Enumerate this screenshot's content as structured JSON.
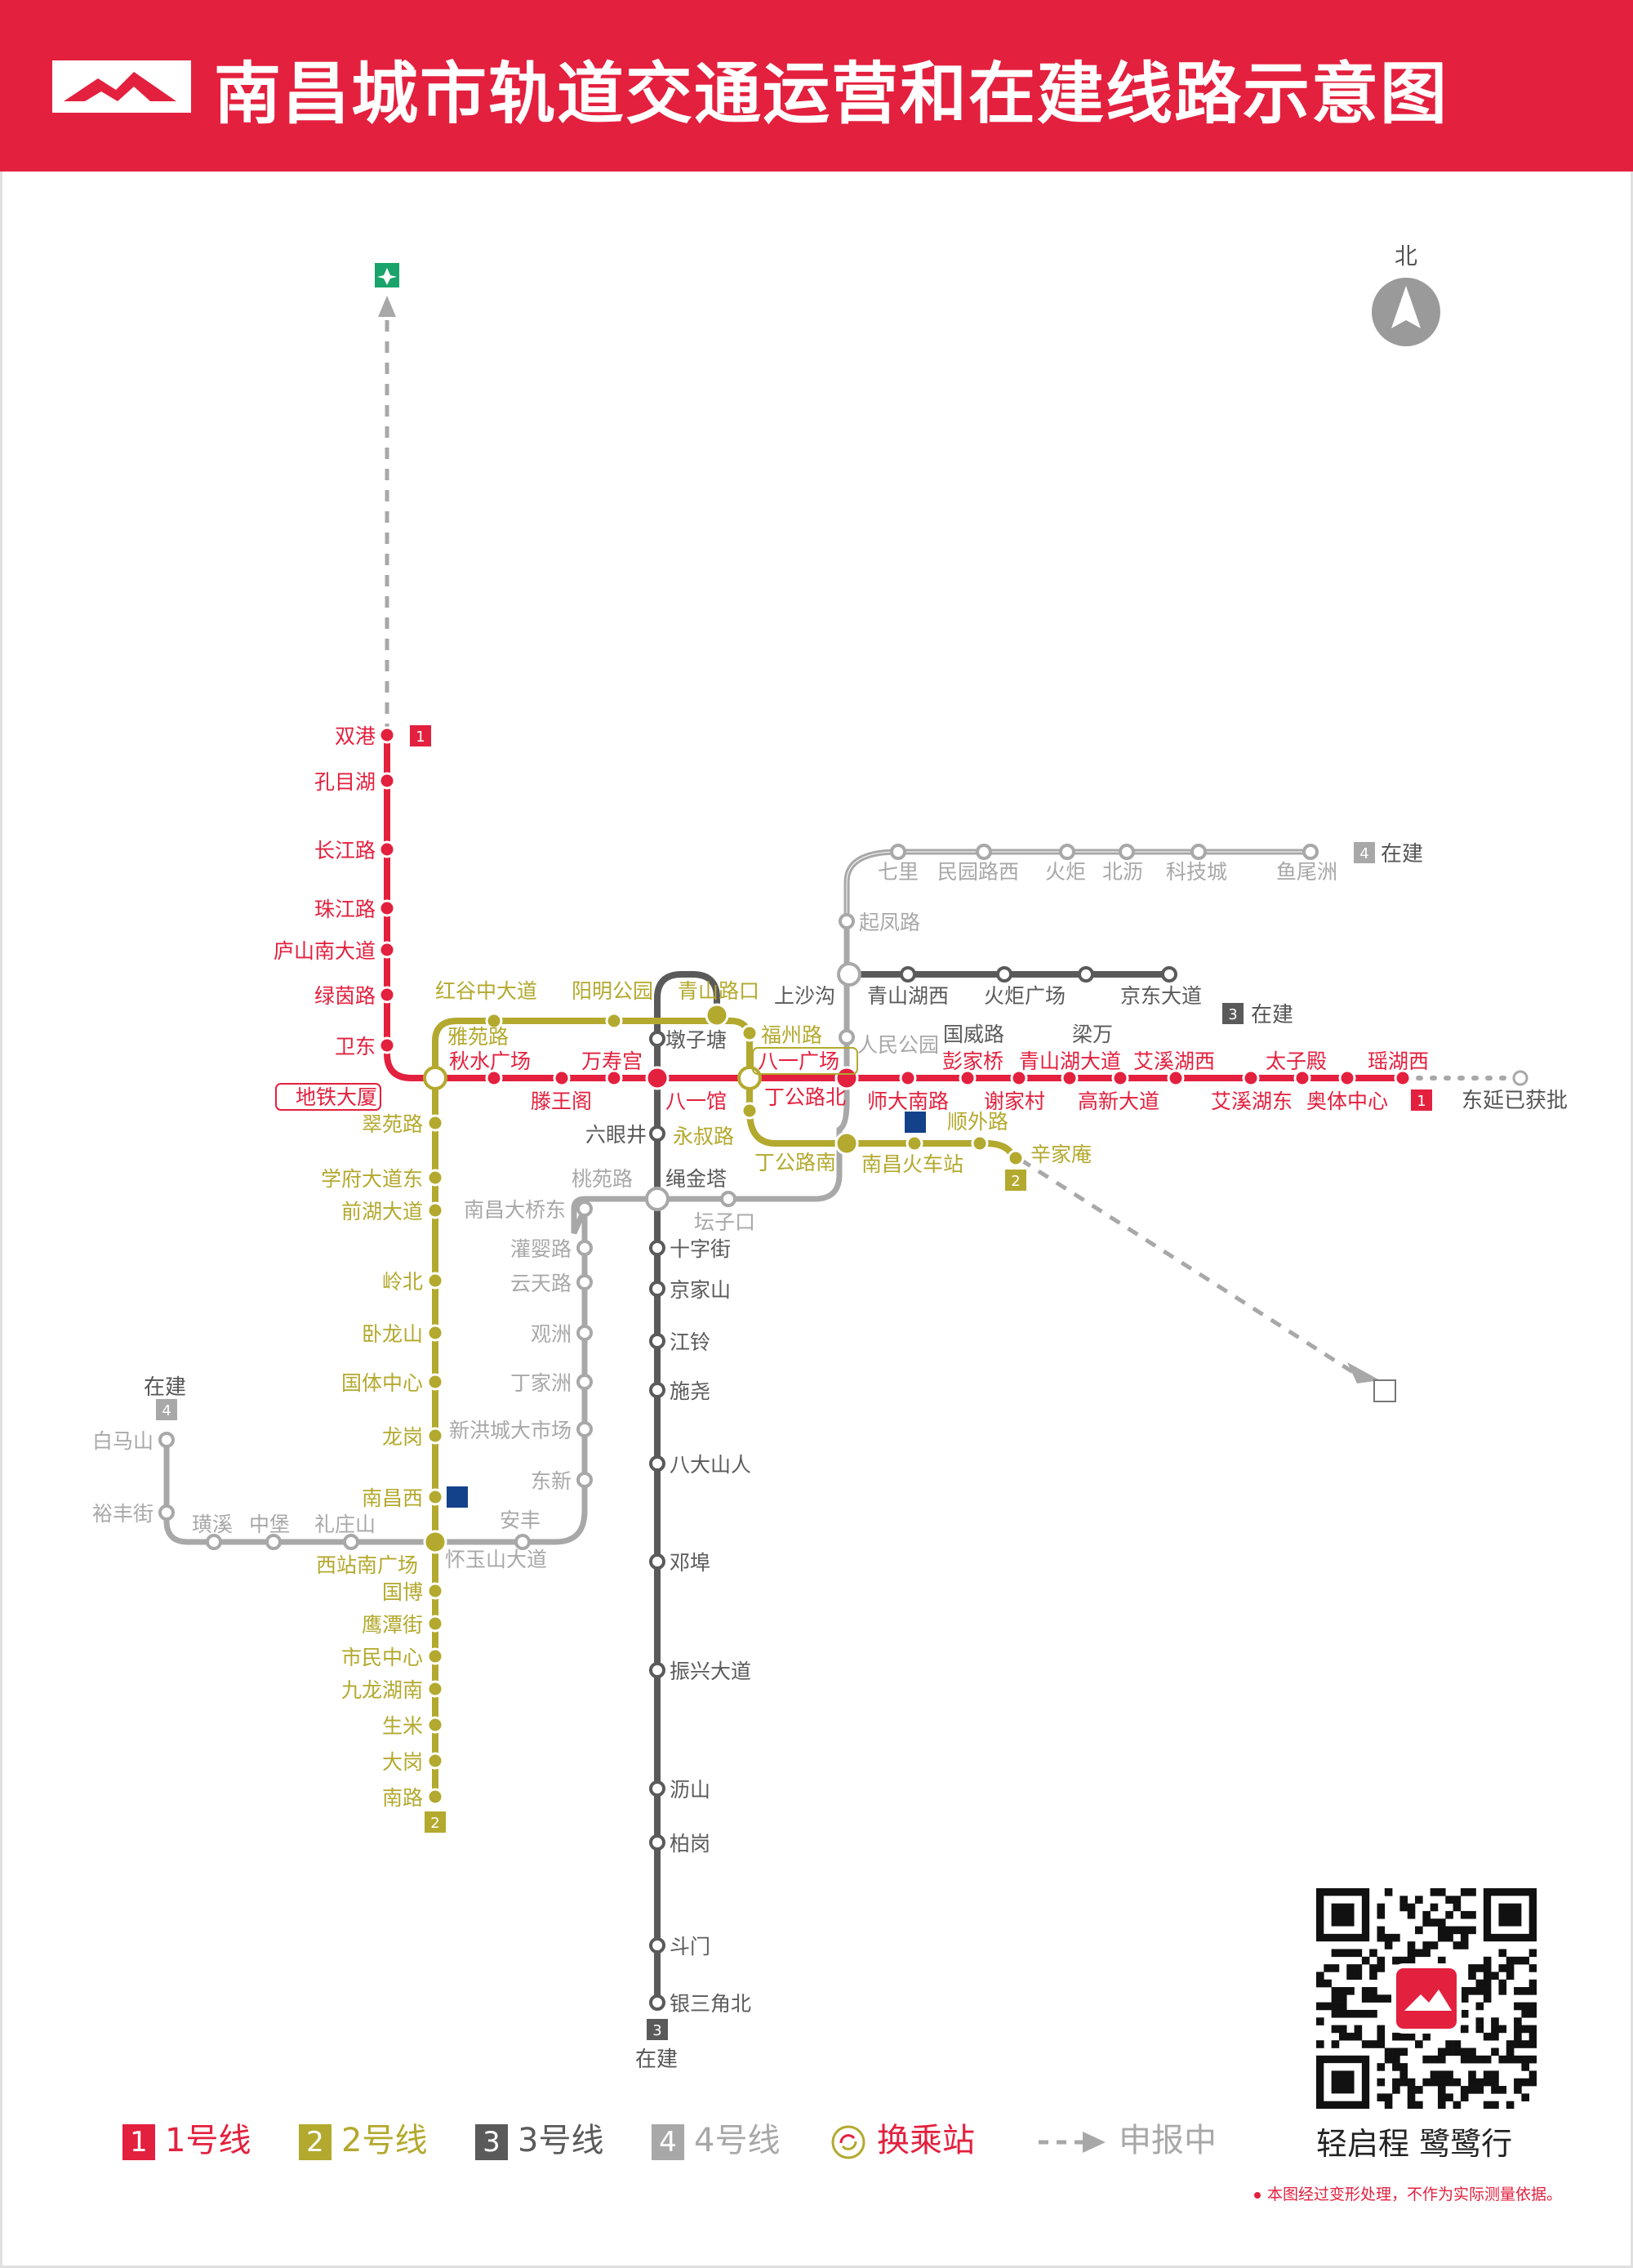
{
  "header": {
    "title": "南昌城市轨道交通运营和在建线路示意图"
  },
  "compass": {
    "label": "北"
  },
  "colors": {
    "line1": "#e3203e",
    "line2": "#b3a92e",
    "line3": "#5a5a5a",
    "line4": "#a8a8a8",
    "header_bg": "#e3203e"
  },
  "map": {
    "line_badges": {
      "line1": "1",
      "line2": "2",
      "line3": "3",
      "line4": "4"
    },
    "status": {
      "line3_under_construction": "在建",
      "line3_south_under_construction": "在建",
      "line4_under_construction": "在建",
      "line4_west_under_construction": "在建",
      "line1_east_extension": "东延已获批"
    },
    "stations": [
      {
        "name": "双港",
        "line": "1"
      },
      {
        "name": "孔目湖",
        "line": "1"
      },
      {
        "name": "长江路",
        "line": "1"
      },
      {
        "name": "珠江路",
        "line": "1"
      },
      {
        "name": "庐山南大道",
        "line": "1"
      },
      {
        "name": "绿茵路",
        "line": "1"
      },
      {
        "name": "卫东",
        "line": "1"
      },
      {
        "name": "地铁大厦",
        "line": "1/2"
      },
      {
        "name": "秋水广场",
        "line": "1"
      },
      {
        "name": "滕王阁",
        "line": "1"
      },
      {
        "name": "万寿宫",
        "line": "1"
      },
      {
        "name": "八一馆",
        "line": "1/3"
      },
      {
        "name": "八一广场",
        "line": "1/2"
      },
      {
        "name": "丁公路北",
        "line": "1/4"
      },
      {
        "name": "师大南路",
        "line": "1"
      },
      {
        "name": "彭家桥",
        "line": "1"
      },
      {
        "name": "谢家村",
        "line": "1"
      },
      {
        "name": "青山湖大道",
        "line": "1"
      },
      {
        "name": "高新大道",
        "line": "1"
      },
      {
        "name": "艾溪湖西",
        "line": "1"
      },
      {
        "name": "艾溪湖东",
        "line": "1"
      },
      {
        "name": "太子殿",
        "line": "1"
      },
      {
        "name": "奥体中心",
        "line": "1"
      },
      {
        "name": "瑶湖西",
        "line": "1"
      },
      {
        "name": "红谷中大道",
        "line": "2"
      },
      {
        "name": "阳明公园",
        "line": "2"
      },
      {
        "name": "青山路口",
        "line": "2/3"
      },
      {
        "name": "雅苑路",
        "line": "2"
      },
      {
        "name": "福州路",
        "line": "2"
      },
      {
        "name": "翠苑路",
        "line": "2"
      },
      {
        "name": "学府大道东",
        "line": "2"
      },
      {
        "name": "前湖大道",
        "line": "2"
      },
      {
        "name": "岭北",
        "line": "2"
      },
      {
        "name": "卧龙山",
        "line": "2"
      },
      {
        "name": "国体中心",
        "line": "2"
      },
      {
        "name": "龙岗",
        "line": "2"
      },
      {
        "name": "南昌西",
        "line": "2"
      },
      {
        "name": "西站南广场",
        "line": "2"
      },
      {
        "name": "国博",
        "line": "2"
      },
      {
        "name": "鹰潭街",
        "line": "2"
      },
      {
        "name": "市民中心",
        "line": "2"
      },
      {
        "name": "九龙湖南",
        "line": "2"
      },
      {
        "name": "生米",
        "line": "2"
      },
      {
        "name": "大岗",
        "line": "2"
      },
      {
        "name": "南路",
        "line": "2"
      },
      {
        "name": "永叔路",
        "line": "2"
      },
      {
        "name": "丁公路南",
        "line": "2"
      },
      {
        "name": "南昌火车站",
        "line": "2"
      },
      {
        "name": "顺外路",
        "line": "2"
      },
      {
        "name": "辛家庵",
        "line": "2"
      },
      {
        "name": "墩子塘",
        "line": "3"
      },
      {
        "name": "六眼井",
        "line": "3"
      },
      {
        "name": "绳金塔",
        "line": "3/4"
      },
      {
        "name": "十字街",
        "line": "3"
      },
      {
        "name": "京家山",
        "line": "3"
      },
      {
        "name": "江铃",
        "line": "3"
      },
      {
        "name": "施尧",
        "line": "3"
      },
      {
        "name": "八大山人",
        "line": "3"
      },
      {
        "name": "邓埠",
        "line": "3"
      },
      {
        "name": "振兴大道",
        "line": "3"
      },
      {
        "name": "沥山",
        "line": "3"
      },
      {
        "name": "柏岗",
        "line": "3"
      },
      {
        "name": "斗门",
        "line": "3"
      },
      {
        "name": "银三角北",
        "line": "3"
      },
      {
        "name": "上沙沟",
        "line": "3"
      },
      {
        "name": "青山湖西",
        "line": "3"
      },
      {
        "name": "国威路",
        "line": "3"
      },
      {
        "name": "火炬广场",
        "line": "3"
      },
      {
        "name": "梁万",
        "line": "3"
      },
      {
        "name": "京东大道",
        "line": "3"
      },
      {
        "name": "七里",
        "line": "4"
      },
      {
        "name": "民园路西",
        "line": "4"
      },
      {
        "name": "火炬",
        "line": "4"
      },
      {
        "name": "北沥",
        "line": "4"
      },
      {
        "name": "科技城",
        "line": "4"
      },
      {
        "name": "鱼尾洲",
        "line": "4"
      },
      {
        "name": "起凤路",
        "line": "4"
      },
      {
        "name": "人民公园",
        "line": "4"
      },
      {
        "name": "桃苑路",
        "line": "4"
      },
      {
        "name": "坛子口",
        "line": "4"
      },
      {
        "name": "南昌大桥东",
        "line": "4"
      },
      {
        "name": "灌婴路",
        "line": "4"
      },
      {
        "name": "云天路",
        "line": "4"
      },
      {
        "name": "观洲",
        "line": "4"
      },
      {
        "name": "丁家洲",
        "line": "4"
      },
      {
        "name": "新洪城大市场",
        "line": "4"
      },
      {
        "name": "东新",
        "line": "4"
      },
      {
        "name": "安丰",
        "line": "4"
      },
      {
        "name": "怀玉山大道",
        "line": "4"
      },
      {
        "name": "礼庄山",
        "line": "4"
      },
      {
        "name": "中堡",
        "line": "4"
      },
      {
        "name": "璜溪",
        "line": "4"
      },
      {
        "name": "裕丰街",
        "line": "4"
      },
      {
        "name": "白马山",
        "line": "4"
      }
    ]
  },
  "legend": {
    "items": [
      {
        "badge": "1",
        "label": "1号线"
      },
      {
        "badge": "2",
        "label": "2号线"
      },
      {
        "badge": "3",
        "label": "3号线"
      },
      {
        "badge": "4",
        "label": "4号线"
      },
      {
        "badge": "",
        "label": "换乘站"
      },
      {
        "badge": "",
        "label": "申报中"
      }
    ]
  },
  "qr": {
    "caption": "轻启程  鹭鹭行"
  },
  "footnote": "本图经过变形处理，不作为实际测量依据。"
}
